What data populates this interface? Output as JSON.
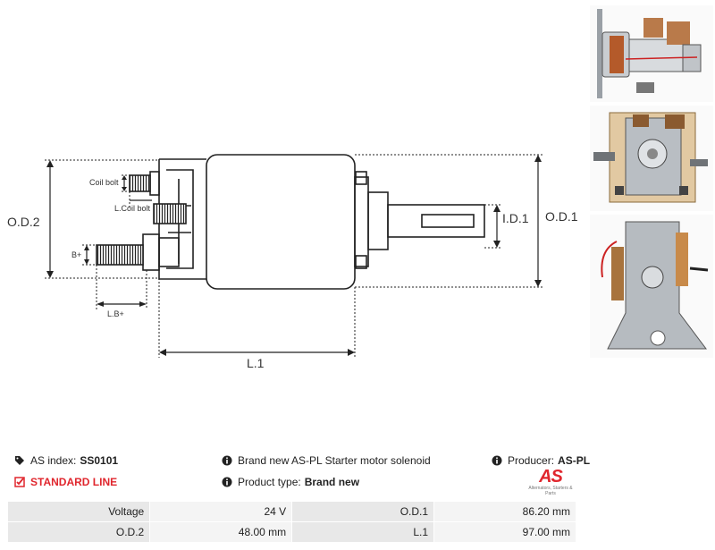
{
  "diagram": {
    "od2": "O.D.2",
    "od1": "O.D.1",
    "id1": "I.D.1",
    "l1": "L.1",
    "coil_bolt": "Coil bolt",
    "lcoil_bolt": "L.Coil bolt",
    "bplus": "B+",
    "lbplus": "L.B+"
  },
  "info": {
    "as_index_label": "AS index:",
    "as_index_value": "SS0101",
    "line_label": "STANDARD LINE",
    "description": "Brand new AS-PL Starter motor solenoid",
    "product_type_label": "Product type:",
    "product_type_value": "Brand new",
    "producer_label": "Producer:",
    "producer_value": "AS-PL"
  },
  "logo": {
    "mark": "AS",
    "sub": "Alternators, Starters & Parts"
  },
  "specs": [
    {
      "k1": "Voltage",
      "v1": "24 V",
      "k2": "O.D.1",
      "v2": "86.20 mm"
    },
    {
      "k1": "O.D.2",
      "v1": "48.00 mm",
      "k2": "L.1",
      "v2": "97.00 mm"
    }
  ],
  "colors": {
    "accent": "#e0262d",
    "table_key_bg": "#e8e8e8",
    "table_val_bg": "#f4f4f4"
  }
}
